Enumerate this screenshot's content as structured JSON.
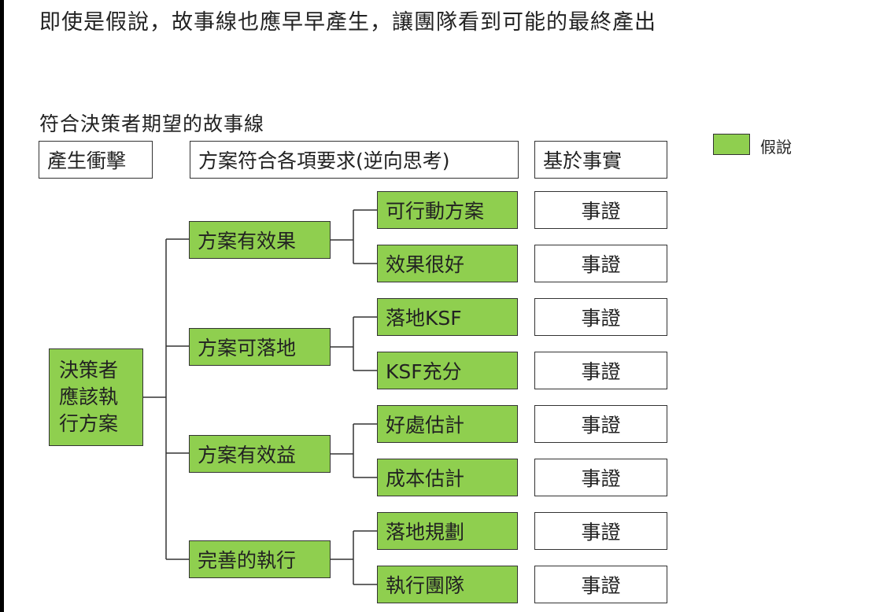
{
  "title": "即使是假說，故事線也應早早產生，讓團隊看到可能的最終產出",
  "subtitle": "符合決策者期望的故事線",
  "headers": [
    "產生衝擊",
    "方案符合各項要求(逆向思考)",
    "基於事實"
  ],
  "legend": {
    "label": "假說",
    "color": "#8fcf4f"
  },
  "root": {
    "lines": [
      "決策者",
      "應該執",
      "行方案"
    ]
  },
  "branches": [
    {
      "label": "方案有效果",
      "children": [
        "可行動方案",
        "效果很好"
      ]
    },
    {
      "label": "方案可落地",
      "children": [
        "落地KSF",
        "KSF充分"
      ]
    },
    {
      "label": "方案有效益",
      "children": [
        "好處估計",
        "成本估計"
      ]
    },
    {
      "label": "完善的執行",
      "children": [
        "落地規劃",
        "執行團隊"
      ]
    }
  ],
  "fact_label": "事證"
}
